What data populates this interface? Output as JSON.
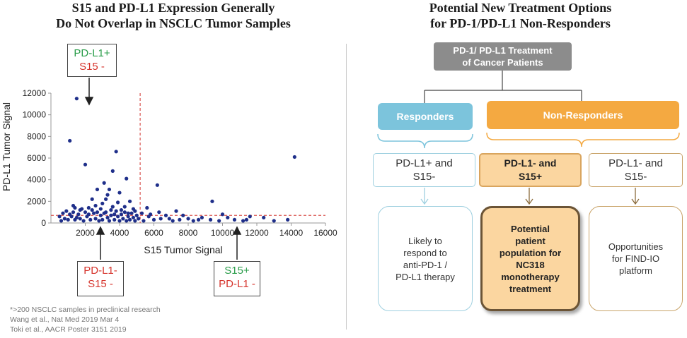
{
  "left_title": {
    "line1": "S15 and PD-L1 Expression Generally",
    "line2": "Do Not Overlap in NSCLC Tumor Samples"
  },
  "right_title": {
    "line1": "Potential New Treatment Options",
    "line2": "for PD-1/PD-L1 Non-Responders"
  },
  "callouts": {
    "top": {
      "line1": "PD-L1+",
      "line2": "S15 -"
    },
    "bottom_left": {
      "line1": "PD-L1-",
      "line2": "S15 -"
    },
    "bottom_right": {
      "line1": "S15+",
      "line2": "PD-L1 -"
    }
  },
  "footnotes": [
    "*>200 NSCLC samples in preclinical research",
    "Wang et al., Nat Med 2019 Mar 4",
    "Toki et al., AACR Poster 3151 2019"
  ],
  "flow": {
    "top": {
      "line1": "PD-1/ PD-L1 Treatment",
      "line2": "of Cancer Patients"
    },
    "responders": "Responders",
    "non_responders": "Non-Responders",
    "sub1": {
      "line1": "PD-L1+ and",
      "line2": "S15-"
    },
    "sub2": {
      "line1": "PD-L1- and",
      "line2": "S15+"
    },
    "sub3": {
      "line1": "PD-L1- and",
      "line2": "S15-"
    },
    "out1": [
      "Likely to",
      "respond to",
      "anti-PD-1 /",
      "PD-L1 therapy"
    ],
    "out2": [
      "Potential",
      "patient",
      "population for",
      "NC318",
      "monotherapy",
      "treatment"
    ],
    "out3": [
      "Opportunities",
      "for FIND-IO",
      "platform"
    ]
  },
  "colors": {
    "point": "#1f2f8a",
    "threshold": "#d9534f",
    "green": "#2a9d4a",
    "red": "#d6342c",
    "responders": "#7cc4dc",
    "non_responders": "#f4a941"
  },
  "chart_data": {
    "type": "scatter",
    "title": "",
    "xlabel": "S15 Tumor Signal",
    "ylabel": "PD-L1 Tumor Signal",
    "xlim": [
      0,
      16000
    ],
    "ylim": [
      0,
      12000
    ],
    "xticks": [
      2000,
      4000,
      6000,
      8000,
      10000,
      12000,
      14000,
      16000
    ],
    "yticks": [
      0,
      2000,
      4000,
      6000,
      8000,
      10000,
      12000
    ],
    "x_threshold": 5200,
    "y_threshold": 700,
    "points": [
      [
        1500,
        11500
      ],
      [
        1100,
        7600
      ],
      [
        2000,
        5400
      ],
      [
        3800,
        6600
      ],
      [
        6200,
        3500
      ],
      [
        14200,
        6100
      ],
      [
        4400,
        4100
      ],
      [
        3600,
        4800
      ],
      [
        3100,
        3700
      ],
      [
        3400,
        3100
      ],
      [
        2700,
        3100
      ],
      [
        4000,
        2800
      ],
      [
        3300,
        2600
      ],
      [
        2400,
        2200
      ],
      [
        3200,
        2200
      ],
      [
        4600,
        2000
      ],
      [
        3900,
        1900
      ],
      [
        3000,
        1800
      ],
      [
        2600,
        1600
      ],
      [
        2200,
        1400
      ],
      [
        1300,
        1600
      ],
      [
        1800,
        1300
      ],
      [
        3600,
        1500
      ],
      [
        4300,
        1500
      ],
      [
        4800,
        1300
      ],
      [
        5600,
        1400
      ],
      [
        9400,
        2000
      ],
      [
        7300,
        1100
      ],
      [
        10000,
        800
      ],
      [
        12400,
        500
      ],
      [
        11400,
        300
      ],
      [
        13800,
        300
      ],
      [
        10700,
        300
      ],
      [
        11200,
        200
      ],
      [
        9300,
        300
      ],
      [
        8600,
        300
      ],
      [
        8000,
        400
      ],
      [
        7700,
        700
      ],
      [
        6700,
        700
      ],
      [
        6400,
        400
      ],
      [
        6000,
        300
      ],
      [
        5700,
        600
      ],
      [
        5400,
        200
      ],
      [
        7100,
        200
      ],
      [
        8300,
        200
      ],
      [
        9800,
        200
      ],
      [
        600,
        200
      ],
      [
        800,
        400
      ],
      [
        1000,
        300
      ],
      [
        1200,
        600
      ],
      [
        1400,
        300
      ],
      [
        1600,
        800
      ],
      [
        1700,
        400
      ],
      [
        1900,
        200
      ],
      [
        2100,
        600
      ],
      [
        2300,
        300
      ],
      [
        2500,
        900
      ],
      [
        2600,
        400
      ],
      [
        2800,
        200
      ],
      [
        2900,
        700
      ],
      [
        3000,
        300
      ],
      [
        3200,
        1000
      ],
      [
        3300,
        500
      ],
      [
        3400,
        200
      ],
      [
        3500,
        700
      ],
      [
        3700,
        300
      ],
      [
        3800,
        1100
      ],
      [
        3900,
        600
      ],
      [
        4000,
        200
      ],
      [
        4100,
        800
      ],
      [
        4200,
        400
      ],
      [
        4300,
        1000
      ],
      [
        4400,
        200
      ],
      [
        4500,
        600
      ],
      [
        4600,
        300
      ],
      [
        4700,
        900
      ],
      [
        4800,
        500
      ],
      [
        4900,
        200
      ],
      [
        5000,
        700
      ],
      [
        5100,
        400
      ],
      [
        500,
        600
      ],
      [
        700,
        900
      ],
      [
        900,
        1100
      ],
      [
        1100,
        800
      ],
      [
        1300,
        1000
      ],
      [
        1500,
        500
      ],
      [
        1700,
        1200
      ],
      [
        2000,
        1000
      ],
      [
        2200,
        800
      ],
      [
        2400,
        1200
      ],
      [
        2700,
        1000
      ],
      [
        2900,
        1300
      ],
      [
        3100,
        900
      ],
      [
        3500,
        1200
      ],
      [
        3700,
        800
      ],
      [
        4100,
        1200
      ],
      [
        4500,
        900
      ],
      [
        4900,
        1100
      ],
      [
        5300,
        900
      ],
      [
        5800,
        800
      ],
      [
        6300,
        1000
      ],
      [
        6900,
        400
      ],
      [
        7500,
        300
      ],
      [
        8800,
        500
      ],
      [
        10300,
        500
      ],
      [
        11600,
        600
      ],
      [
        13000,
        200
      ],
      [
        1400,
        1400
      ]
    ]
  }
}
